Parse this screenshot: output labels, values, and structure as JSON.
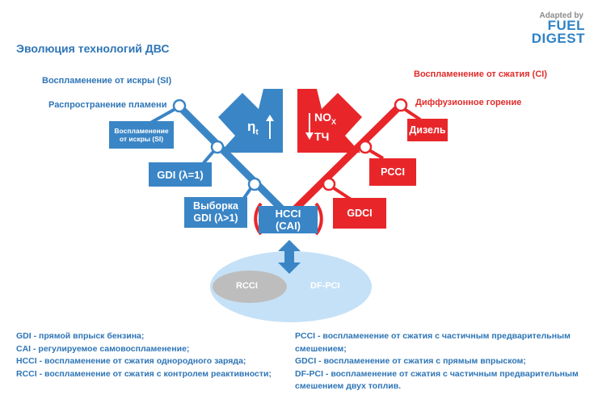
{
  "logo": {
    "line1": "Adapted by",
    "line2": "FUEL",
    "line3": "DIGEST"
  },
  "title": "Эволюция технологий ДВС",
  "si_label": "Воспламенение от искры (SI)",
  "ci_label": "Воспламенение от сжатия (CI)",
  "flame_label": "Распространение пламени",
  "diffusion_label": "Диффузионное горение",
  "boxes": {
    "si_box": {
      "line1": "Воспламенение",
      "line2": "от искры (SI)"
    },
    "gdi": "GDI (λ=1)",
    "gdi_lean": {
      "line1": "Выборка",
      "line2": "GDI (λ>1)"
    },
    "hcci": {
      "line1": "HCCI",
      "line2": "(CAI)"
    },
    "diesel": "Дизель",
    "pcci": "PCCI",
    "gdci": "GDCI"
  },
  "arrow_eta": {
    "symbol": "η",
    "sub": "t"
  },
  "arrow_nox": {
    "line1": "NO",
    "sub": "X",
    "line2": "ТЧ"
  },
  "ellipse": {
    "rcci": "RCCI",
    "dfpci": "DF-PCI"
  },
  "legend_left": [
    "GDI - прямой впрыск бензина;",
    "CAI - регулируемое самовоспламенение;",
    "HCCI - воспламенение от сжатия однородного заряда;",
    "RCCI - воспламенение от сжатия с контролем реактивности;"
  ],
  "legend_right": [
    "PCCI - воспламенение от сжатия с частичным предварительным",
    "смешением;",
    "GDCI - воспламенение от сжатия с прямым впрыском;",
    "DF-PCI - воспламенение от сжатия с частичным предварительным",
    "смешением двух топлив."
  ],
  "colors": {
    "blue": "#3a85c6",
    "red": "#e8262a",
    "text_blue": "#2e75b6",
    "ellipse": "#c5e1f7",
    "rcci": "#bdbdbd"
  }
}
